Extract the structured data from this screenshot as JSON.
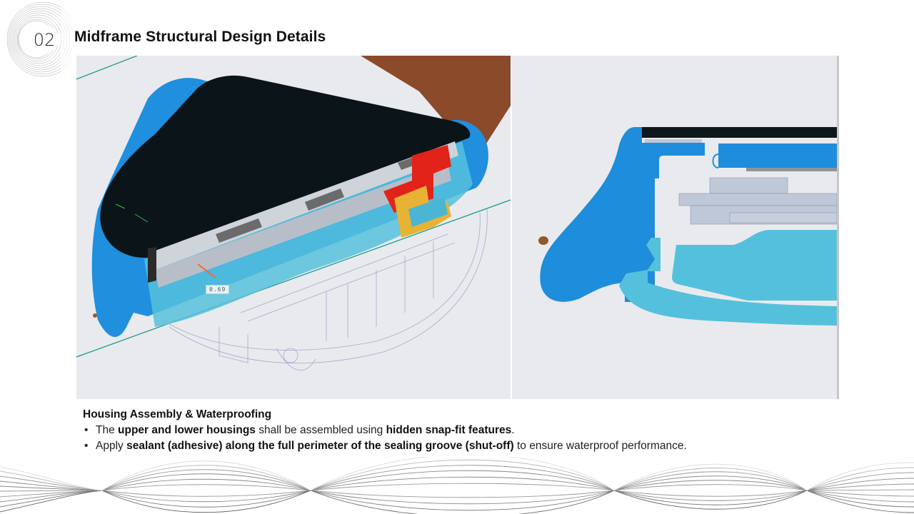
{
  "header": {
    "section_number": "02",
    "title": "Midframe Structural Design Details"
  },
  "figures": {
    "left": {
      "description": "3D translucent section view of watch housing",
      "dimension_label": "0.69",
      "colors": {
        "housing_blue": "#1f8fde",
        "display_black": "#0b1418",
        "inner_cyan": "#56c1dc",
        "strap_brown": "#8b4a2a",
        "seal_red": "#e2231a",
        "gasket_yellow": "#e8b234",
        "axis_teal": "#1a9c8c"
      }
    },
    "right": {
      "description": "2D cross-section of midframe sealing groove",
      "colors": {
        "frame_blue": "#1e8ddb",
        "lower_housing_cyan": "#55c0dc",
        "pcb_gray": "#bfc8d8",
        "display_black": "#0e171a",
        "button_brown": "#8f5a2c"
      }
    }
  },
  "notes": {
    "heading": "Housing Assembly & Waterproofing",
    "bullet1": {
      "t1": "The ",
      "b1": "upper and lower housings",
      "t2": " shall be assembled using ",
      "b2": "hidden snap-fit features",
      "t3": "."
    },
    "bullet2": {
      "t1": "Apply ",
      "b1": "sealant (adhesive) along the full perimeter of the sealing groove (shut-off)",
      "t2": " to ensure waterproof performance."
    }
  }
}
